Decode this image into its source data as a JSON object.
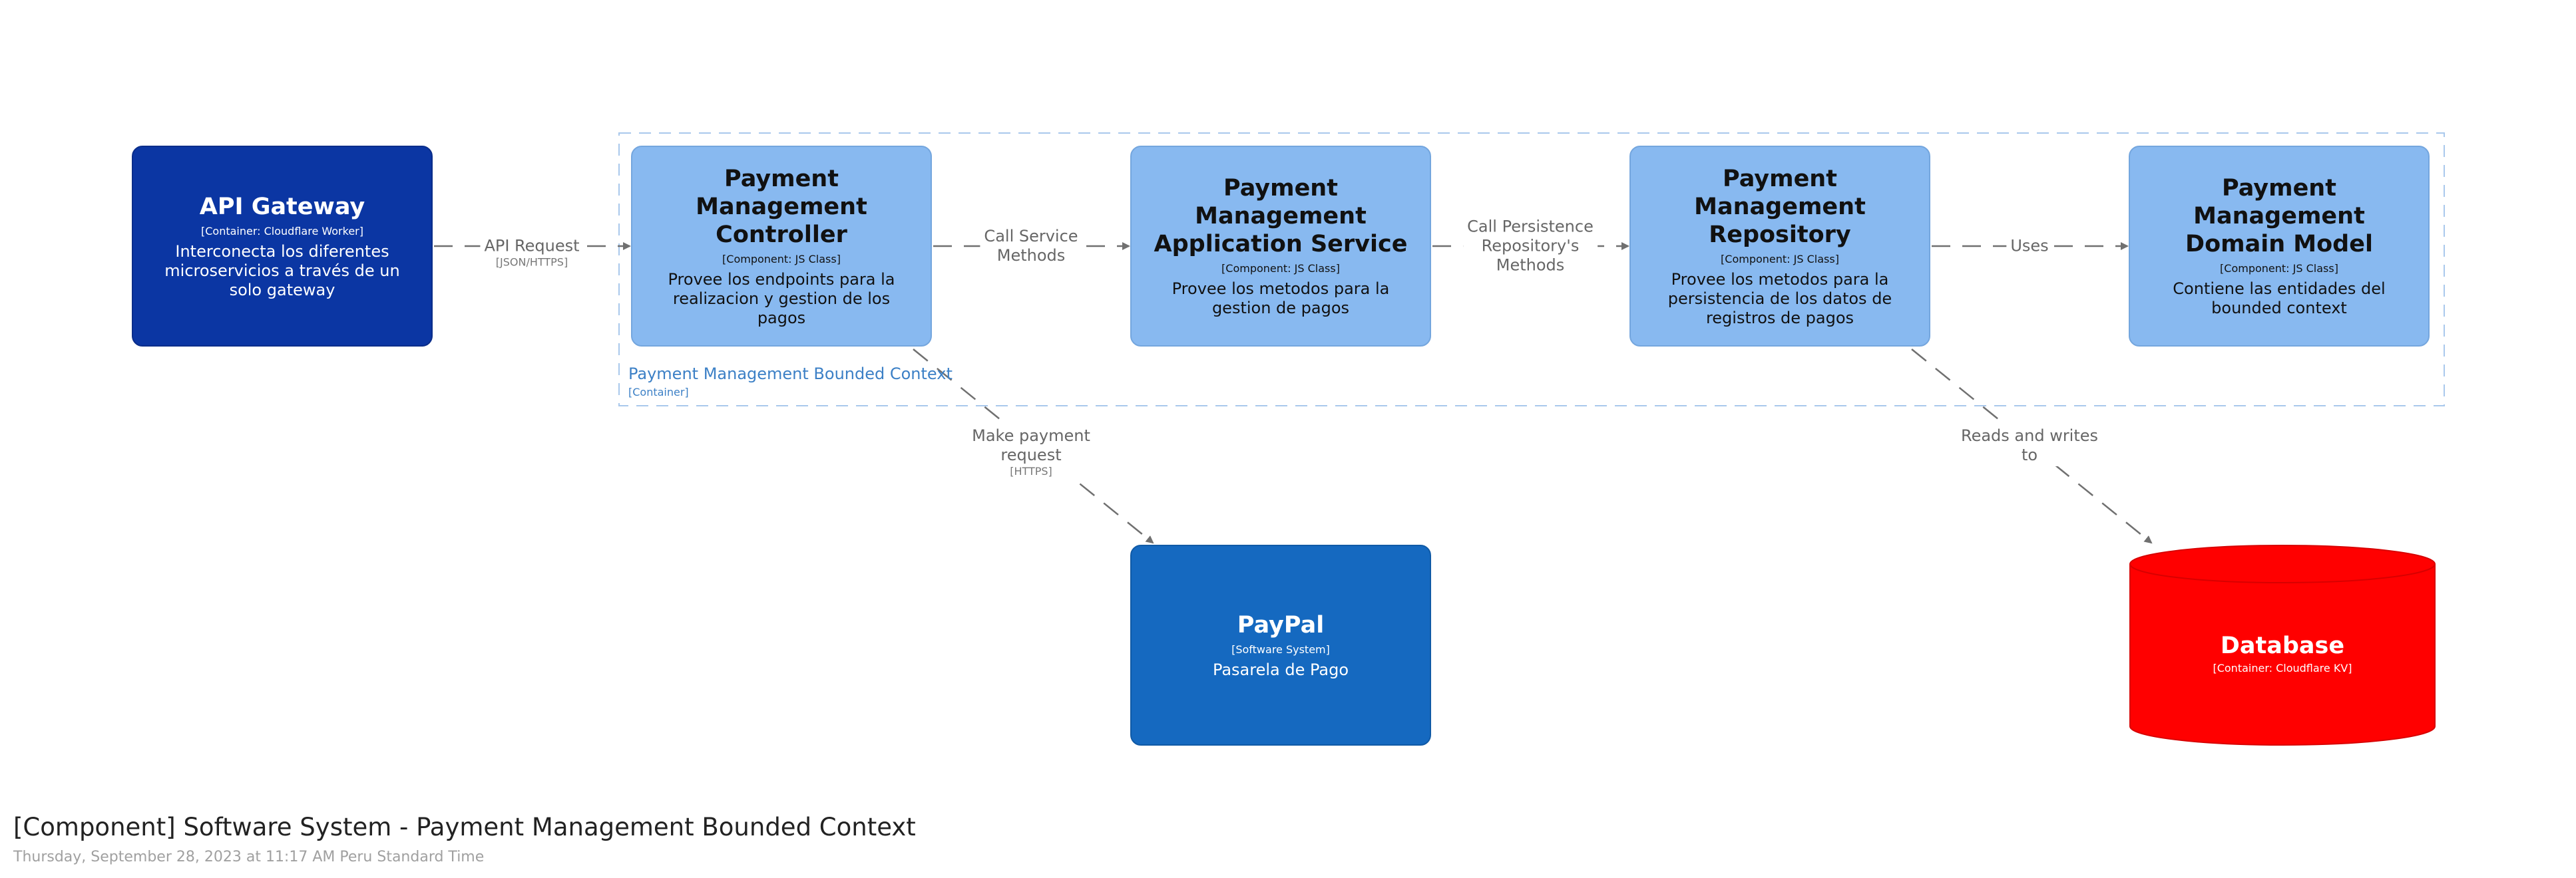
{
  "colors": {
    "gateway": "#0b36a3",
    "component": "#88b9f0",
    "external": "#1569c0",
    "database": "#ff0000",
    "boundary": "#3c80c6",
    "arrow": "#707070"
  },
  "nodes": {
    "api_gateway": {
      "name": "API Gateway",
      "kind": "[Container: Cloudflare Worker]",
      "desc": "Interconecta los diferentes microservicios a través de un solo gateway"
    },
    "controller": {
      "name": "Payment Management Controller",
      "kind": "[Component: JS Class]",
      "desc": "Provee los endpoints para la realizacion y gestion de los pagos"
    },
    "app_service": {
      "name": "Payment Management Application Service",
      "kind": "[Component: JS Class]",
      "desc": "Provee los metodos para la gestion de pagos"
    },
    "repository": {
      "name": "Payment Management Repository",
      "kind": "[Component: JS Class]",
      "desc": "Provee los metodos para la persistencia de los datos de registros de pagos"
    },
    "domain_model": {
      "name": "Payment Management Domain Model",
      "kind": "[Component: JS Class]",
      "desc": "Contiene las entidades del bounded context"
    },
    "paypal": {
      "name": "PayPal",
      "kind": "[Software System]",
      "desc": "Pasarela de Pago"
    },
    "database": {
      "name": "Database",
      "kind": "[Container: Cloudflare KV]"
    }
  },
  "boundary": {
    "name": "Payment Management Bounded Context",
    "kind": "[Container]"
  },
  "edges": [
    {
      "label": "API Request",
      "tech": "[JSON/HTTPS]"
    },
    {
      "label": "Call Service\nMethods",
      "tech": ""
    },
    {
      "label": "Call Persistence\nRepository's\nMethods",
      "tech": ""
    },
    {
      "label": "Uses",
      "tech": ""
    },
    {
      "label": "Make payment\nrequest",
      "tech": "[HTTPS]"
    },
    {
      "label": "Reads and writes\nto",
      "tech": ""
    }
  ],
  "diagram": {
    "title": "[Component] Software System - Payment Management Bounded Context",
    "timestamp": "Thursday, September 28, 2023 at 11:17 AM Peru Standard Time"
  }
}
